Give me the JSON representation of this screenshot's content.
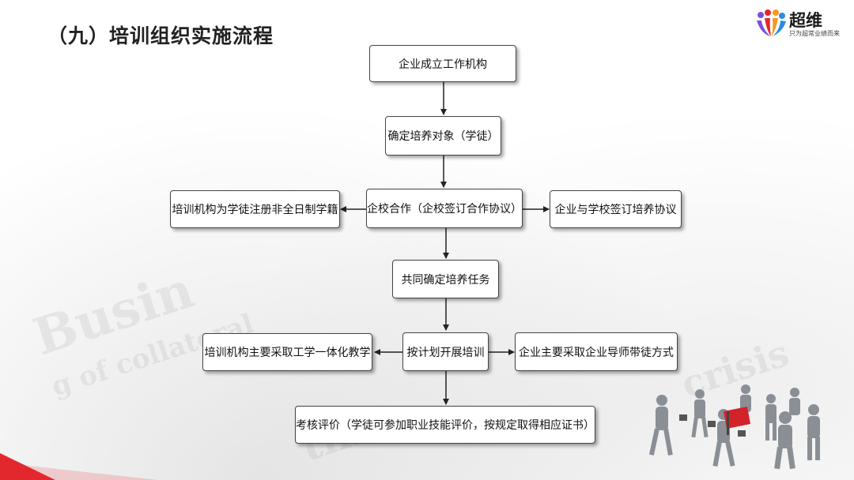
{
  "title": "（九）培训组织实施流程",
  "logo": {
    "name": "超维",
    "slogan": "只为超常业绩而来",
    "icon": "people-figures-logo-icon"
  },
  "colors": {
    "accent": "#e2282d",
    "box_border": "#444444",
    "text": "#111111"
  },
  "flow": {
    "step1": "企业成立工作机构",
    "step2": "确定培养对象（学徒）",
    "step3": "企校合作（企校签订合作协议）",
    "step3_left": "培训机构为学徒注册非全日制学籍",
    "step3_right": "企业与学校签订培养协议",
    "step4": "共同确定培养任务",
    "step5": "按计划开展培训",
    "step5_left": "培训机构主要采取工学一体化教学",
    "step5_right": "企业主要采取企业导师带徒方式",
    "step6": "考核评价（学徒可参加职业技能评价，按规定取得相应证书）"
  },
  "decoration": {
    "people": "business-people-illustration-icon"
  }
}
